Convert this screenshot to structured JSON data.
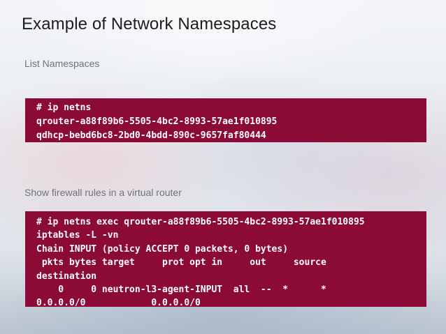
{
  "slide": {
    "title": "Example of Network Namespaces",
    "background_color": "#e9eef3"
  },
  "sections": [
    {
      "label": "List Namespaces",
      "code_background": "#8c0a36",
      "code_lines": [
        "# ip netns",
        "qrouter-a88f89b6-5505-4bc2-8993-57ae1f010895",
        "qdhcp-bebd6bc8-2bd0-4bdd-890c-9657faf80444"
      ]
    },
    {
      "label": "Show firewall rules in a virtual router",
      "code_background": "#8c0a36",
      "code_lines": [
        "# ip netns exec qrouter-a88f89b6-5505-4bc2-8993-57ae1f010895",
        "iptables -L -vn",
        "Chain INPUT (policy ACCEPT 0 packets, 0 bytes)",
        " pkts bytes target     prot opt in     out     source",
        "destination",
        "    0     0 neutron-l3-agent-INPUT  all  --  *      *",
        "0.0.0.0/0            0.0.0.0/0"
      ]
    }
  ]
}
